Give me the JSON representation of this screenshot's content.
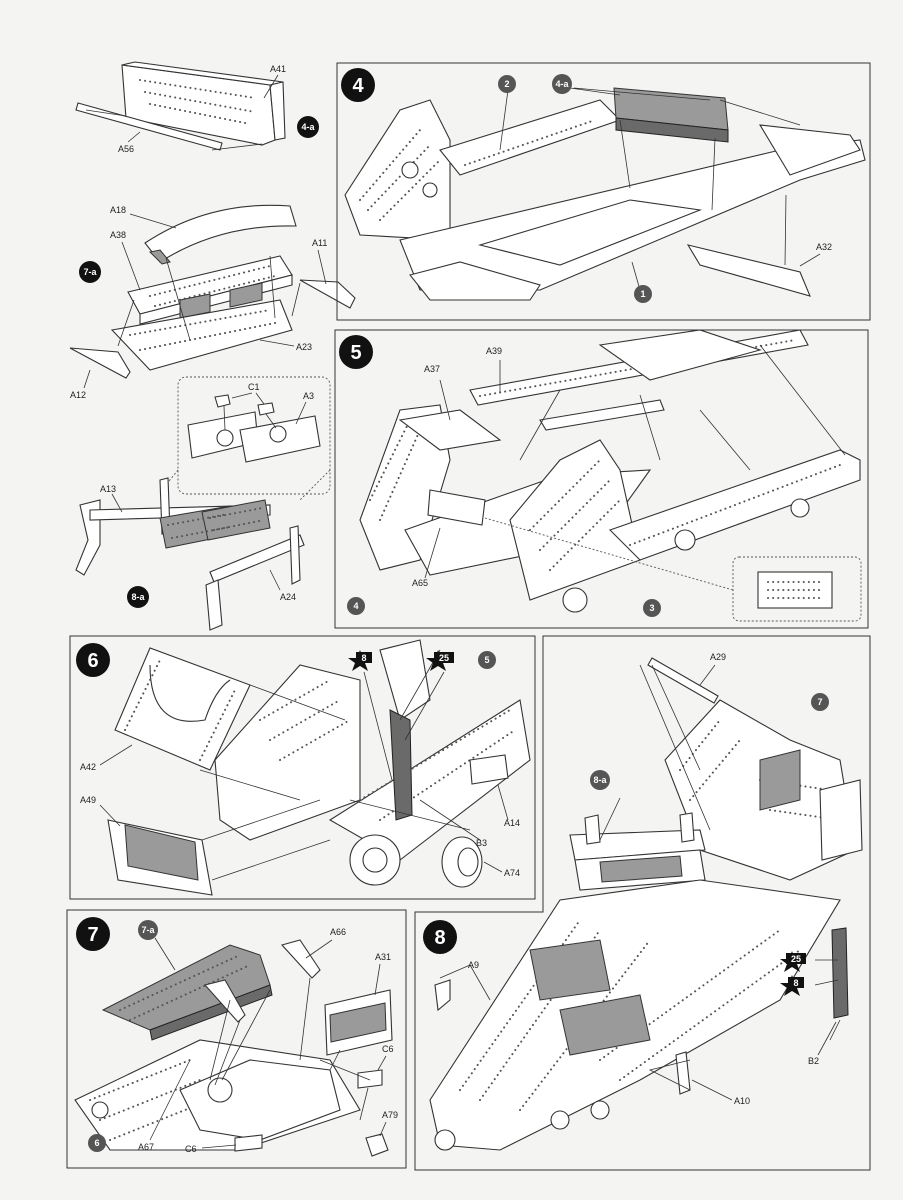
{
  "steps": {
    "s4": {
      "number": "4",
      "sub_badge": "4-a",
      "callouts": [
        "1",
        "2"
      ],
      "parts": [
        "A32"
      ]
    },
    "s4a": {
      "badge": "4-a",
      "parts": [
        "A41",
        "A56"
      ]
    },
    "s7a": {
      "badge": "7-a",
      "parts": [
        "A18",
        "A38",
        "A11",
        "A12",
        "A23"
      ]
    },
    "s8a": {
      "badge": "8-a",
      "parts": [
        "C1",
        "A3",
        "A13",
        "A24"
      ]
    },
    "s5": {
      "number": "5",
      "callouts": [
        "3",
        "4"
      ],
      "parts": [
        "A39",
        "A37",
        "A65"
      ]
    },
    "s6": {
      "number": "6",
      "callouts": [
        "5"
      ],
      "paint": [
        "8",
        "25"
      ],
      "parts": [
        "A42",
        "A49",
        "A14",
        "B3",
        "A74"
      ]
    },
    "s7": {
      "number": "7",
      "sub_badge": "7-a",
      "callouts": [
        "6"
      ],
      "parts": [
        "A66",
        "A31",
        "C6",
        "A79",
        "A67",
        "C6"
      ]
    },
    "s8": {
      "number": "8",
      "sub_badge": "8-a",
      "callouts": [
        "7"
      ],
      "paint": [
        "25",
        "8"
      ],
      "parts": [
        "A29",
        "A9",
        "A10",
        "B2"
      ]
    }
  }
}
